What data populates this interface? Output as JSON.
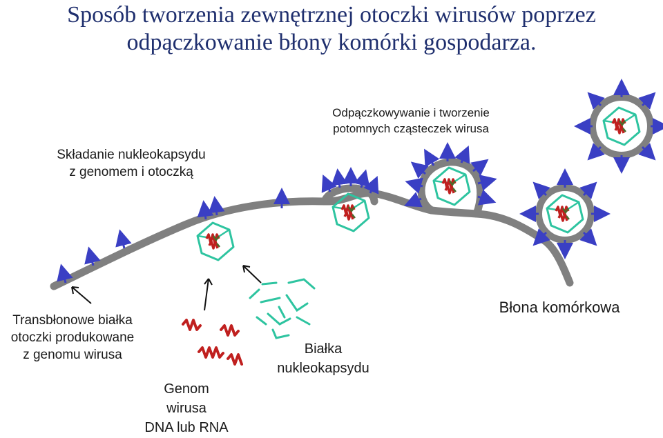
{
  "title_line1": "Sposób tworzenia zewnętrznej otoczki wirusów poprzez",
  "title_line2": "odpączkowanie błony komórki gospodarza.",
  "labels": {
    "assembly_line1": "Składanie nukleokapsydu",
    "assembly_line2": "z genomem i otoczką",
    "budding_line1": "Odpączkowywanie i tworzenie",
    "budding_line2": "potomnych cząsteczek wirusa",
    "transmembrane_line1": "Transbłonowe białka",
    "transmembrane_line2": "otoczki produkowane",
    "transmembrane_line3": "z genomu wirusa",
    "genome_line1": "Genom",
    "genome_line2": "wirusa",
    "genome_line3": "DNA lub RNA",
    "capsid_line1": "Białka",
    "capsid_line2": "nukleokapsydu",
    "membrane": "Błona komórkowa"
  },
  "colors": {
    "membrane": "#808080",
    "capsid": "#2ec4a0",
    "glycoprotein": "#3a3fc4",
    "genome": "#c0201f",
    "genome_inner": "#4a6b2a",
    "title": "#1f2f6e"
  }
}
